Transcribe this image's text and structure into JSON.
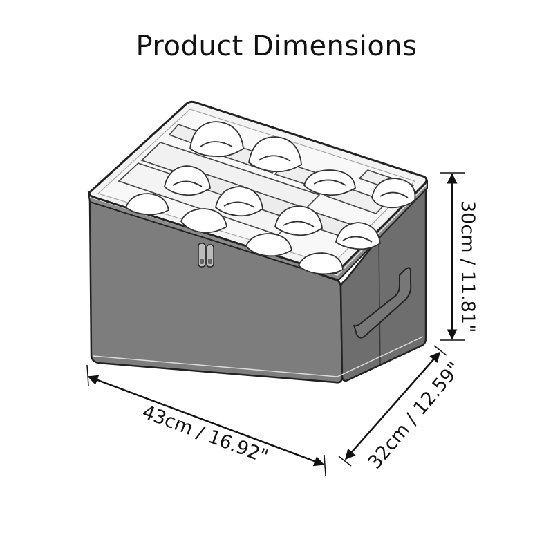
{
  "title": "Product Dimensions",
  "dimensions": {
    "height": "30cm / 11.81\"",
    "length": "43cm / 16.92\"",
    "depth": "32cm / 12.59\""
  },
  "colors": {
    "box_body": "#7a7a7a",
    "box_side": "#6a6a6a",
    "outline": "#222222",
    "interior": "#f2f2f2",
    "line": "#111111"
  }
}
